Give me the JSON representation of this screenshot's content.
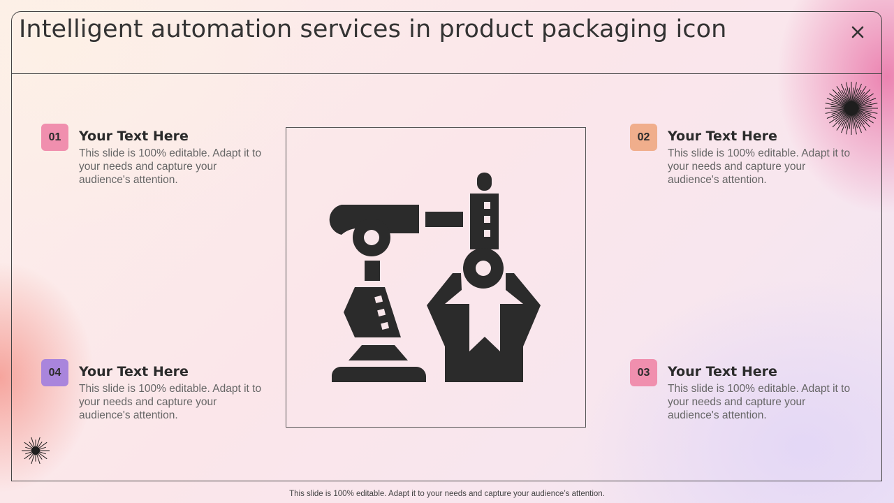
{
  "slide": {
    "title": "Intelligent automation services in product packaging icon",
    "footer": "This slide is 100% editable. Adapt it to your needs and capture your audience’s attention."
  },
  "items": [
    {
      "number": "01",
      "title": "Your Text Here",
      "body": "This slide is 100% editable. Adapt it to your needs and capture your audience's attention.",
      "badge_color": "#f08fae"
    },
    {
      "number": "02",
      "title": "Your Text Here",
      "body": "This slide is 100% editable. Adapt it to your needs and capture your audience's attention.",
      "badge_color": "#f0ae8c"
    },
    {
      "number": "03",
      "title": "Your Text Here",
      "body": "This slide is 100% editable. Adapt it to your needs and capture your audience's attention.",
      "badge_color": "#f08fae"
    },
    {
      "number": "04",
      "title": "Your Text Here",
      "body": "This slide is 100% editable. Adapt it to your needs and capture your audience's attention.",
      "badge_color": "#a985dc"
    }
  ],
  "icons": {
    "main": "robotic-arm-packaging-icon",
    "close": "close-icon",
    "decoration": "starburst-icon"
  },
  "colors": {
    "icon": "#2b2b2b",
    "text": "#333333",
    "frame": "#444444"
  }
}
